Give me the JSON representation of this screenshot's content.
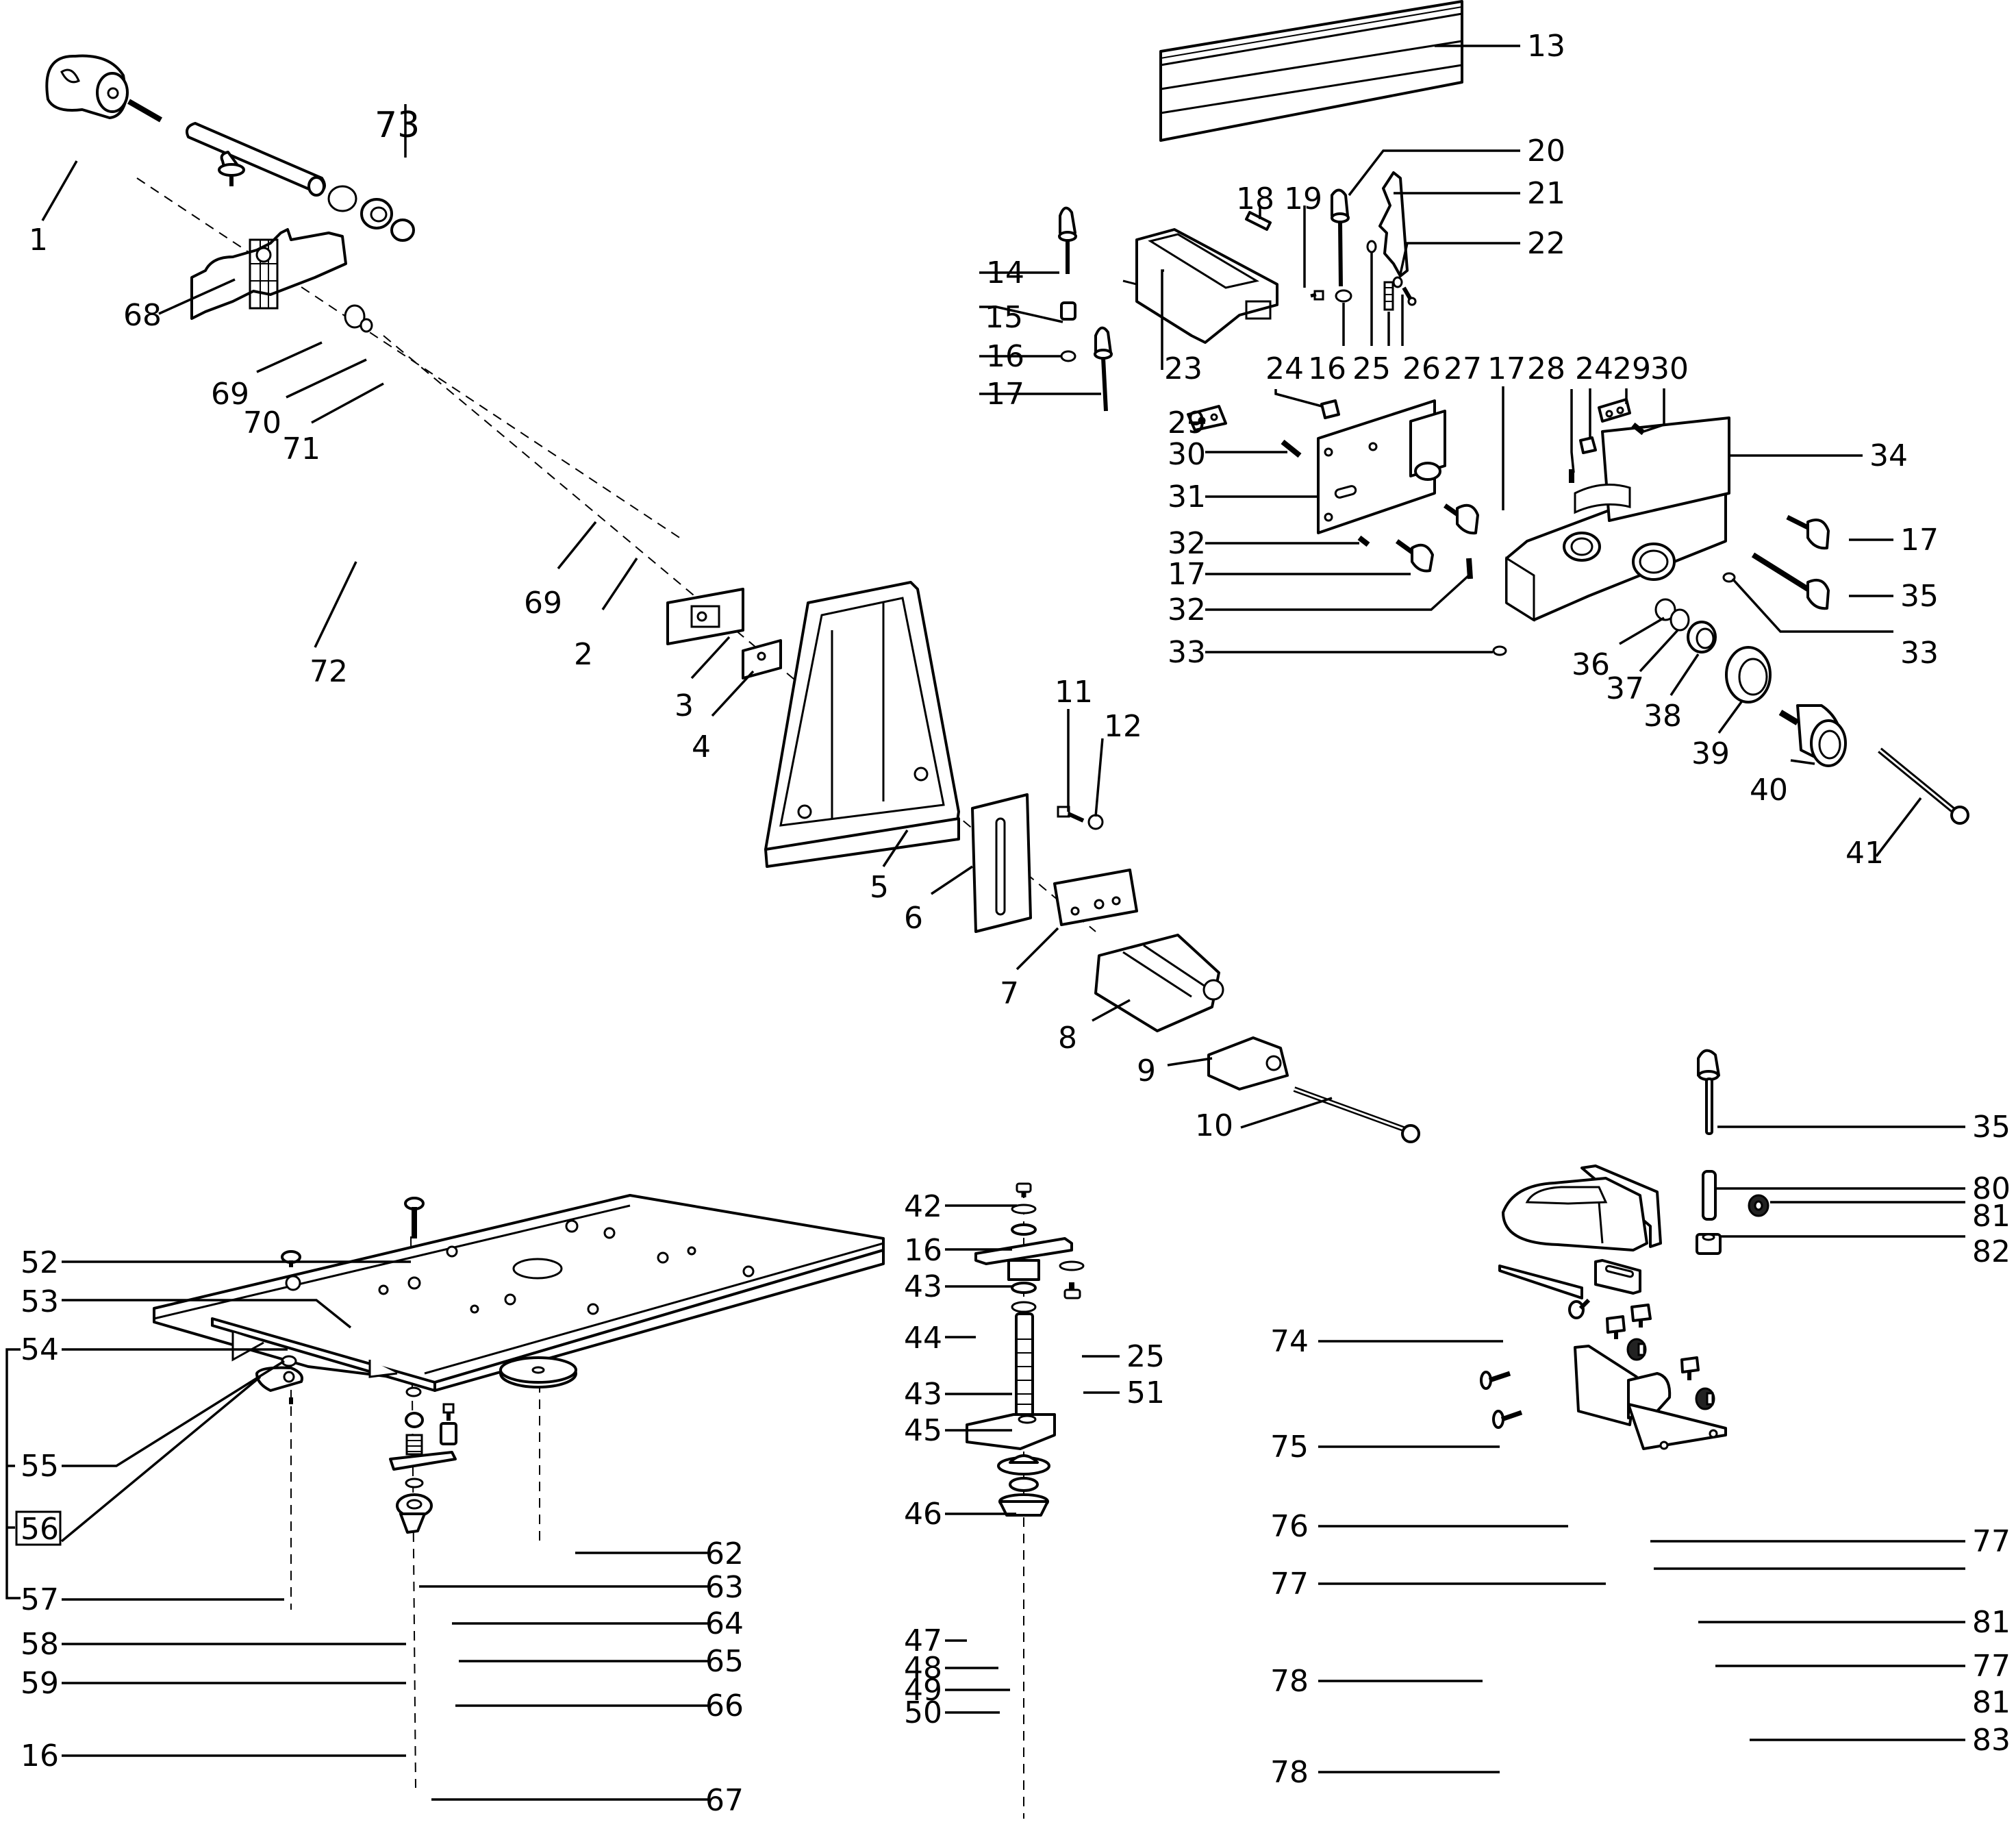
{
  "title": "Exploded parts diagram — router table / fence accessory set",
  "callouts": {
    "c1": "1",
    "c2": "2",
    "c3": "3",
    "c4": "4",
    "c5": "5",
    "c6": "6",
    "c7": "7",
    "c8": "8",
    "c9": "9",
    "c10": "10",
    "c11": "11",
    "c12": "12",
    "c13": "13",
    "c14": "14",
    "c15": "15",
    "c16a": "16",
    "c16b": "16",
    "c16c": "16",
    "c16d": "16",
    "c17a": "17",
    "c17b": "17",
    "c17c": "17",
    "c17d": "17",
    "c18": "18",
    "c19": "19",
    "c20": "20",
    "c21": "21",
    "c22": "22",
    "c23": "23",
    "c24a": "24",
    "c24b": "24",
    "c25a": "25",
    "c25b": "25",
    "c26": "26",
    "c27": "27",
    "c28": "28",
    "c29a": "29",
    "c29b": "29",
    "c30a": "30",
    "c30b": "30",
    "c31": "31",
    "c32a": "32",
    "c32b": "32",
    "c33a": "33",
    "c33b": "33",
    "c34": "34",
    "c35a": "35",
    "c35b": "35",
    "c36": "36",
    "c37": "37",
    "c38": "38",
    "c39": "39",
    "c40": "40",
    "c41": "41",
    "c42": "42",
    "c43a": "43",
    "c43b": "43",
    "c44": "44",
    "c45": "45",
    "c46": "46",
    "c47": "47",
    "c48": "48",
    "c49": "49",
    "c50": "50",
    "c51": "51",
    "c52": "52",
    "c53": "53",
    "c54": "54",
    "c55": "55",
    "c56": "56",
    "c57": "57",
    "c58": "58",
    "c59": "59",
    "c62": "62",
    "c63": "63",
    "c64": "64",
    "c65": "65",
    "c66": "66",
    "c67": "67",
    "c68": "68",
    "c69a": "69",
    "c69b": "69",
    "c70": "70",
    "c71": "71",
    "c72": "72",
    "c73": "73",
    "c74": "74",
    "c75": "75",
    "c76": "76",
    "c77a": "77",
    "c77b": "77",
    "c77c": "77",
    "c78a": "78",
    "c78b": "78",
    "c80": "80",
    "c81a": "81",
    "c81b": "81",
    "c81c": "81",
    "c82": "82",
    "c83": "83"
  }
}
